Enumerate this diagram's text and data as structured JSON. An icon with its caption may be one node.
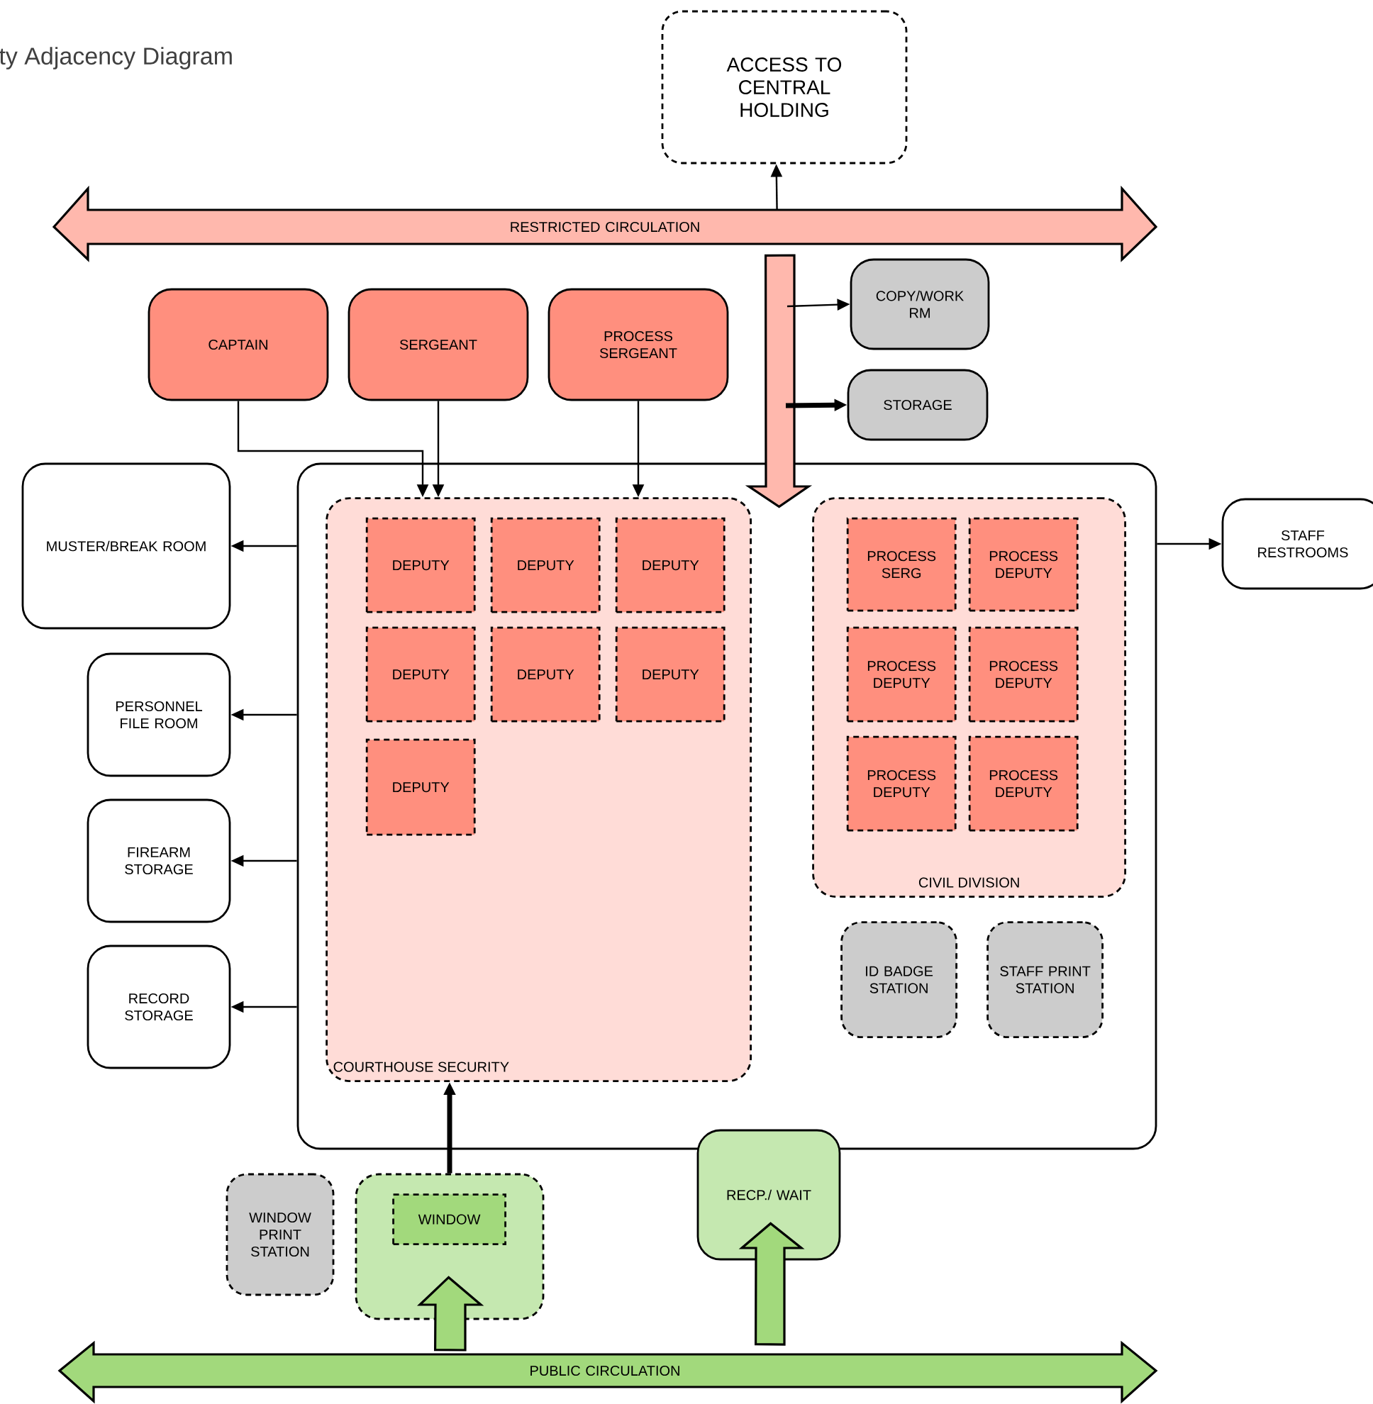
{
  "diagram": {
    "title": "ty Adjacency Diagram",
    "nodes": [
      {
        "text": [
          "ACCESS TO CENTRAL HOLDING"
        ]
      },
      {
        "text": [
          "RESTRICTED CIRCULATION"
        ]
      },
      {
        "text": [
          "CAPTAIN"
        ]
      },
      {
        "text": [
          "SERGEANT"
        ]
      },
      {
        "text": [
          "PROCESS SERGEANT"
        ]
      },
      {
        "text": [
          "COPY/WORK RM"
        ]
      },
      {
        "text": [
          "STORAGE"
        ]
      },
      {
        "text": [],
        "shape": "box"
      },
      {
        "text": [
          "COURTHOUSE SECURITY"
        ],
        "in": 7
      },
      {
        "text": [
          "DEPUTY"
        ],
        "in": 8
      },
      {
        "text": [
          "DEPUTY"
        ],
        "in": 8
      },
      {
        "text": [
          "DEPUTY"
        ],
        "in": 8
      },
      {
        "text": [
          "DEPUTY"
        ],
        "in": 8
      },
      {
        "text": [
          "DEPUTY"
        ],
        "in": 8
      },
      {
        "text": [
          "DEPUTY"
        ],
        "in": 8
      },
      {
        "text": [
          "DEPUTY"
        ],
        "in": 8
      },
      {
        "text": [
          "CIVIL DIVISION"
        ],
        "in": 7
      },
      {
        "text": [
          "PROCESS SERG"
        ],
        "in": 16
      },
      {
        "text": [
          "PROCESS DEPUTY"
        ],
        "in": 16
      },
      {
        "text": [
          "PROCESS DEPUTY"
        ],
        "in": 16
      },
      {
        "text": [
          "PROCESS DEPUTY"
        ],
        "in": 16
      },
      {
        "text": [
          "PROCESS DEPUTY"
        ],
        "in": 16
      },
      {
        "text": [
          "PROCESS DEPUTY"
        ],
        "in": 16
      },
      {
        "text": [
          "ID BADGE STATION"
        ],
        "in": 7
      },
      {
        "text": [
          "STAFF PRINT STATION"
        ],
        "in": 7
      },
      {
        "text": [
          "MUSTER/BREAK ROOM"
        ]
      },
      {
        "text": [
          "PERSONNEL FILE ROOM"
        ]
      },
      {
        "text": [
          "FIREARM STORAGE"
        ]
      },
      {
        "text": [
          "RECORD STORAGE"
        ]
      },
      {
        "text": [
          "STAFF RESTROOMS"
        ]
      },
      {
        "text": [
          "WINDOW PRINT STATION"
        ]
      },
      {
        "text": [],
        "shape": "box"
      },
      {
        "text": [
          "WINDOW"
        ],
        "in": 31
      },
      {
        "text": [
          "RECP./ WAIT"
        ]
      },
      {
        "text": [
          "PUBLIC CIRCULATION"
        ]
      }
    ],
    "edges": [
      {
        "from": 1,
        "to": 0,
        "arrow": "to"
      },
      {
        "from": 1,
        "to": 7,
        "arrow": "to",
        "style": "thick",
        "color": "#ffb8ad"
      },
      {
        "from": null,
        "to": 5,
        "arrow": "to"
      },
      {
        "from": null,
        "to": 6,
        "arrow": "to",
        "style": "thick"
      },
      {
        "from": 2,
        "to": 8,
        "arrow": "to"
      },
      {
        "from": 3,
        "to": 8,
        "arrow": "to"
      },
      {
        "from": 4,
        "to": 8,
        "arrow": "to"
      },
      {
        "from": 7,
        "to": 25,
        "arrow": "to"
      },
      {
        "from": 7,
        "to": 26,
        "arrow": "to"
      },
      {
        "from": 7,
        "to": 27,
        "arrow": "to"
      },
      {
        "from": 7,
        "to": 28,
        "arrow": "to"
      },
      {
        "from": 7,
        "to": 29,
        "arrow": "to"
      },
      {
        "from": 31,
        "to": 8,
        "arrow": "to",
        "style": "thick"
      },
      {
        "from": 34,
        "to": 31,
        "arrow": "to",
        "style": "thick",
        "color": "#a2d97c"
      },
      {
        "from": 34,
        "to": 33,
        "arrow": "to",
        "style": "thick",
        "color": "#a2d97c"
      }
    ]
  }
}
